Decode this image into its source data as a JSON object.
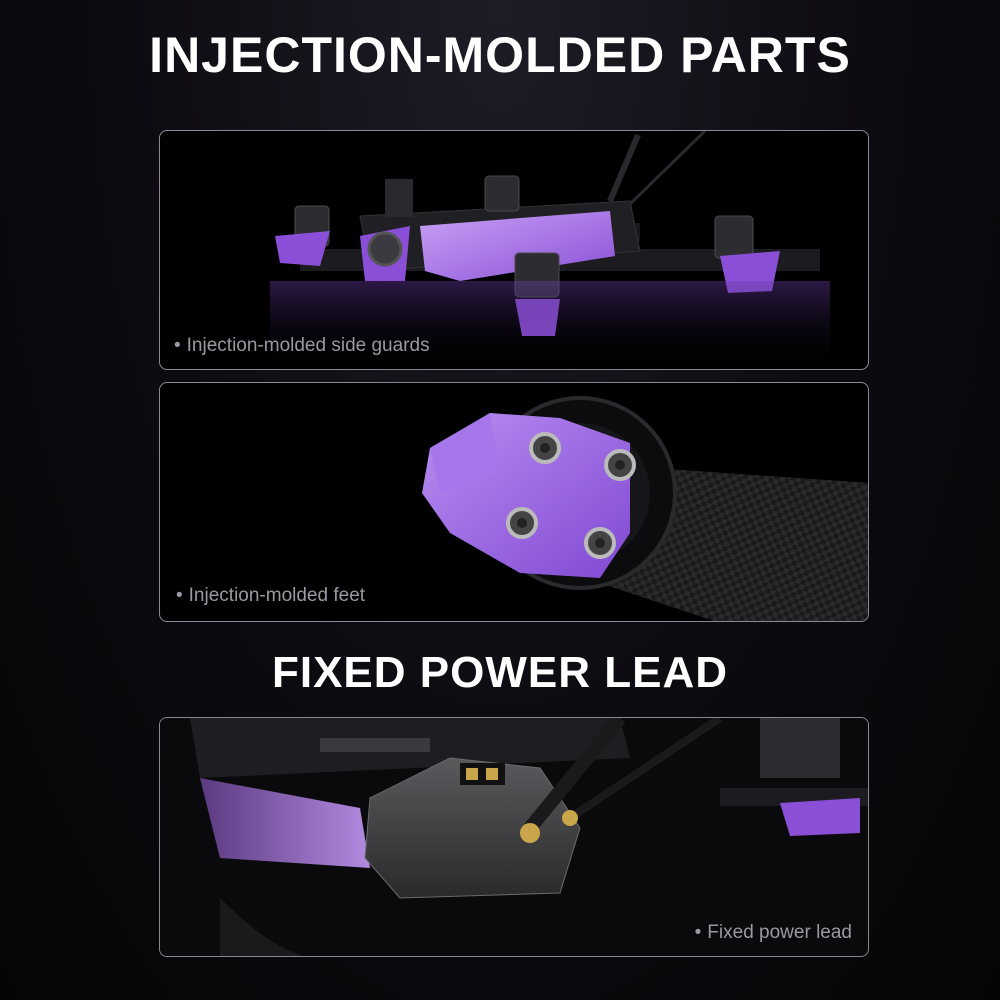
{
  "sections": [
    {
      "heading": "INJECTION-MOLDED PARTS",
      "panels": [
        {
          "caption_bullet": "•",
          "caption": "Injection-molded side guards",
          "image": "drone-frame-with-purple-side-guards"
        },
        {
          "caption_bullet": "•",
          "caption": "Injection-molded feet",
          "image": "purple-motor-foot-on-carbon-arm"
        }
      ]
    },
    {
      "heading": "FIXED POWER LEAD",
      "panels": [
        {
          "caption_bullet": "•",
          "caption": "Fixed power lead",
          "image": "power-lead-connector-closeup"
        }
      ]
    }
  ],
  "colors": {
    "background": "#0c0b10",
    "accent_purple": "#9b5fe0",
    "panel_border": "#8b8894",
    "caption": "#9a98a2",
    "heading": "#ffffff"
  }
}
